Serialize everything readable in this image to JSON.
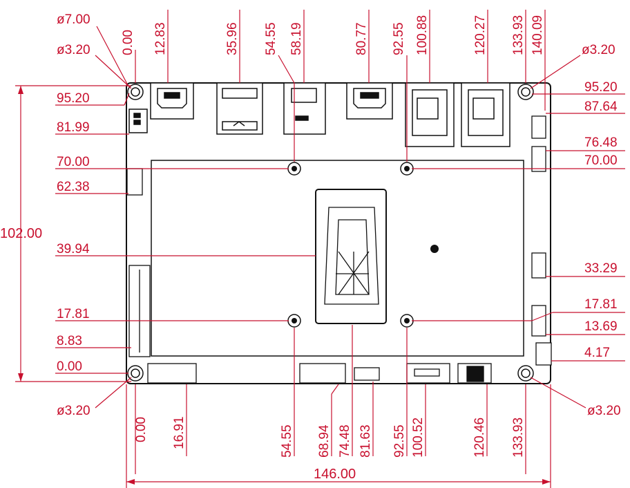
{
  "diagram": {
    "top_dims": [
      "0.00",
      "12.83",
      "35.96",
      "54.55",
      "58.19",
      "80.77",
      "92.55",
      "100.88",
      "120.27",
      "133.93",
      "140.09"
    ],
    "bottom_dims": [
      "0.00",
      "16.91",
      "54.55",
      "68.94",
      "74.48",
      "81.63",
      "92.55",
      "100.52",
      "120.46",
      "133.93"
    ],
    "left_dims": [
      "95.20",
      "81.99",
      "70.00",
      "62.38",
      "39.94",
      "17.81",
      "8.83",
      "0.00"
    ],
    "right_dims": [
      "95.20",
      "87.64",
      "76.48",
      "70.00",
      "33.29",
      "17.81",
      "13.69",
      "4.17"
    ],
    "hole_labels": {
      "top_left_outer": "ø7.00",
      "top_left_inner": "ø3.20",
      "top_right": "ø3.20",
      "bottom_left": "ø3.20",
      "bottom_right": "ø3.20"
    },
    "overall_height": "102.00",
    "overall_width": "146.00"
  },
  "colors": {
    "dimension": "#c8102e",
    "outline": "#111111"
  }
}
